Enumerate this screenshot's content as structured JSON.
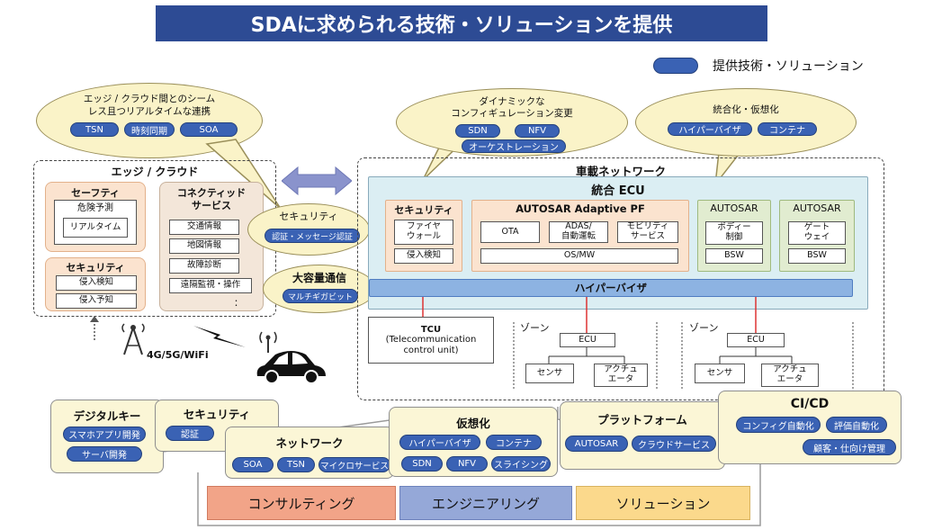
{
  "title": "SDAに求められる技術・ソリューションを提供",
  "legend": {
    "label": "提供技術・ソリューション"
  },
  "cloud_edge": {
    "line1": "エッジ / クラウド間とのシーム",
    "line2": "レス且つリアルタイムな連携",
    "pills": [
      "TSN",
      "時刻同期",
      "SOA"
    ]
  },
  "cloud_dynamic": {
    "line1": "ダイナミックな",
    "line2": "コンフィギュレーション変更",
    "pills": [
      "SDN",
      "NFV",
      "オーケストレーション"
    ]
  },
  "cloud_integration": {
    "line1": "統合化・仮想化",
    "pills": [
      "ハイパーバイザ",
      "コンテナ"
    ]
  },
  "cloud_security": {
    "title": "セキュリティ",
    "pill": "認証・メッセージ認証"
  },
  "cloud_bulk": {
    "title": "大容量通信",
    "pill": "マルチギガビット"
  },
  "edge_cloud": {
    "title": "エッジ / クラウド",
    "safety": {
      "title": "セーフティ",
      "inner_title": "危険予測",
      "inner_box": "リアルタイム"
    },
    "security": {
      "title": "セキュリティ",
      "items": [
        "侵入検知",
        "侵入予知"
      ]
    },
    "connected": {
      "title1": "コネクティッド",
      "title2": "サービス",
      "items": [
        "交通情報",
        "地図情報",
        "故障診断",
        "遠隔監視・操作"
      ],
      "ellipsis": "："
    }
  },
  "network_label": "4G/5G/WiFi",
  "vehicle": {
    "title": "車載ネットワーク",
    "ecu_title": "統合 ECU",
    "security": {
      "title": "セキュリティ",
      "firewall": "ファイヤ\nウォール",
      "ids": "侵入検知"
    },
    "adaptive": {
      "title": "AUTOSAR Adaptive PF",
      "ota": "OTA",
      "adas": "ADAS/\n自動運転",
      "mobility": "モビリティ\nサービス",
      "os": "OS/MW"
    },
    "autosar1": {
      "title": "AUTOSAR",
      "item": "ボディー\n制御",
      "bsw": "BSW"
    },
    "autosar2": {
      "title": "AUTOSAR",
      "item": "ゲート\nウェイ",
      "bsw": "BSW"
    },
    "hypervisor": "ハイパーバイザ",
    "tcu": {
      "line1": "TCU",
      "line2": "(Telecommunication",
      "line3": "control unit)"
    },
    "zone1": {
      "title": "ゾーン",
      "ecu": "ECU",
      "sensor": "センサ",
      "actuator": "アクチュ\nエータ"
    },
    "zone2": {
      "title": "ゾーン",
      "ecu": "ECU",
      "sensor": "センサ",
      "actuator": "アクチュ\nエータ"
    }
  },
  "bottom": {
    "digital_key": {
      "title": "デジタルキー",
      "pills": [
        "スマホアプリ開発",
        "サーバ開発"
      ]
    },
    "security": {
      "title": "セキュリティ",
      "pills": [
        "認証"
      ]
    },
    "network": {
      "title": "ネットワーク",
      "pills": [
        "SOA",
        "TSN",
        "マイクロサービス"
      ]
    },
    "virtualization": {
      "title": "仮想化",
      "pills": [
        "ハイパーバイザ",
        "コンテナ",
        "SDN",
        "NFV",
        "スライシング"
      ]
    },
    "platform": {
      "title": "プラットフォーム",
      "pills": [
        "AUTOSAR",
        "クラウドサービス"
      ]
    },
    "cicd": {
      "title": "CI/CD",
      "pills": [
        "コンフィグ自動化",
        "評価自動化",
        "顧客・仕向け管理"
      ]
    },
    "services": [
      "コンサルティング",
      "エンジニアリング",
      "ソリューション"
    ]
  },
  "colors": {
    "title_bg": "#2d4b94",
    "pill": "#3a62b4",
    "orange": "#fbe3cf",
    "green": "#e1ecd0",
    "cyan": "#dbeef3",
    "hyper": "#8db3e2",
    "cloud": "#faf3c8"
  }
}
